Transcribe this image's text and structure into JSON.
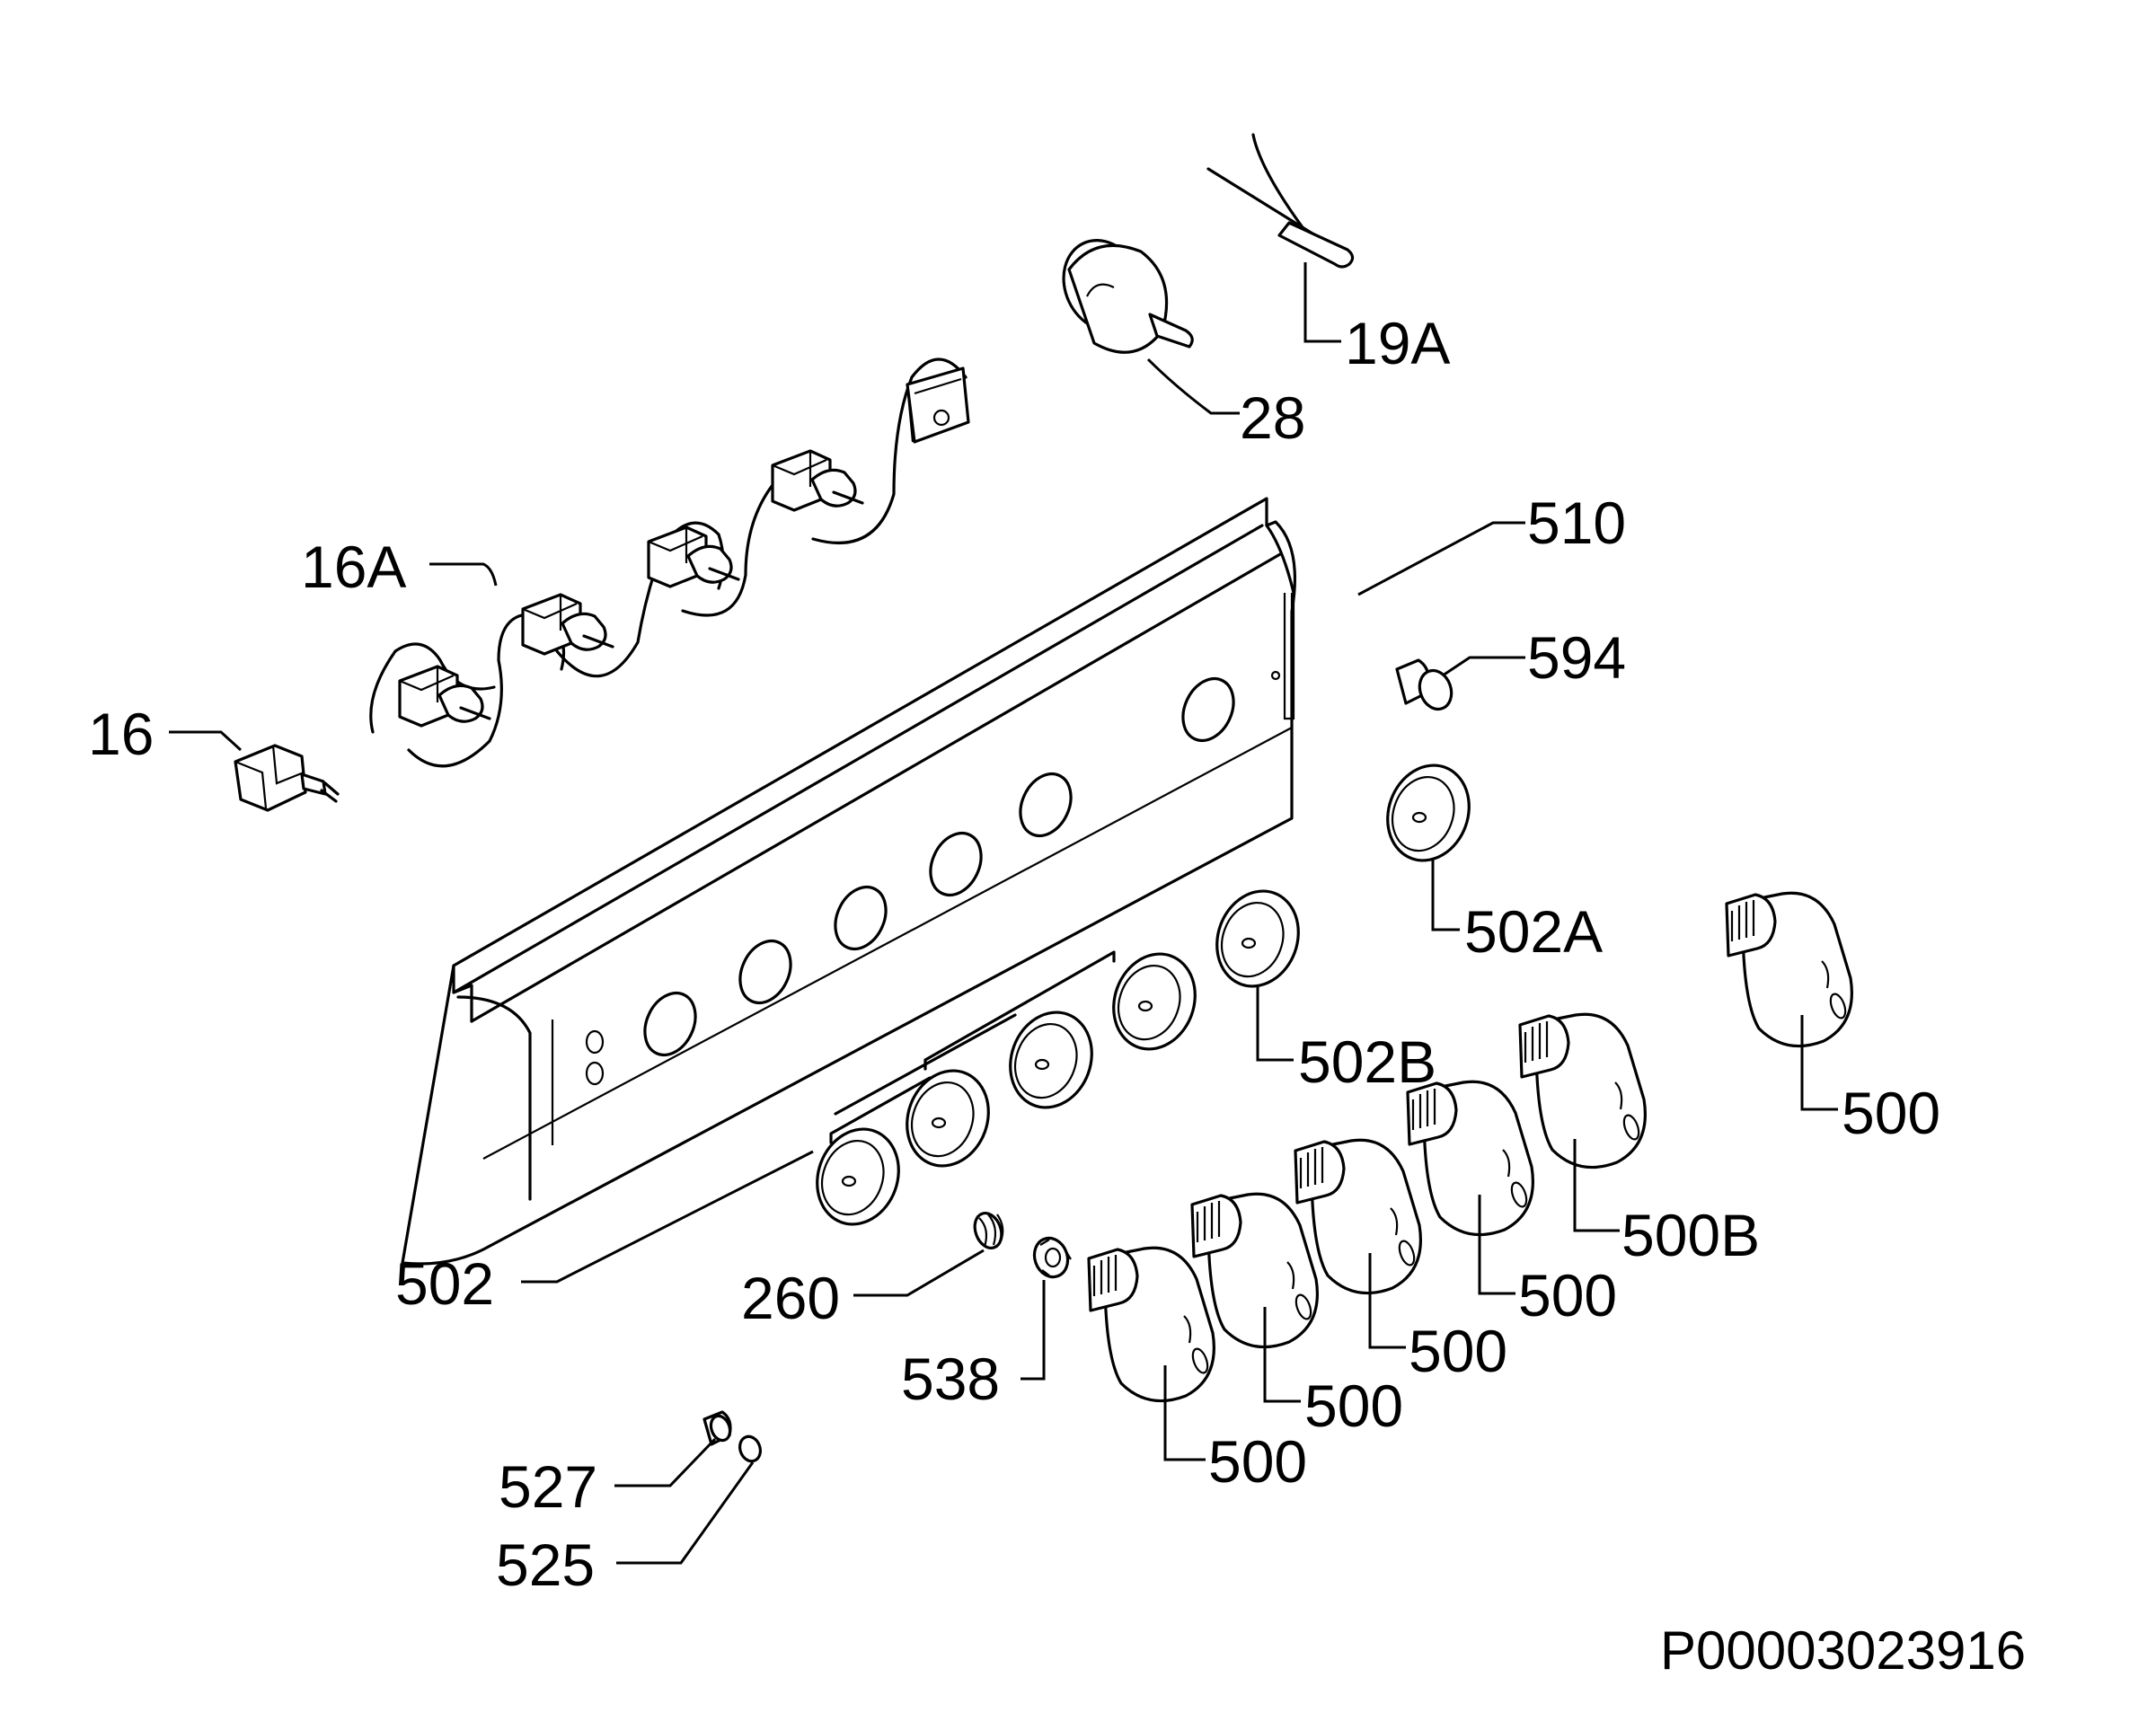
{
  "callouts": {
    "c16": "16",
    "c16a": "16A",
    "c19a": "19A",
    "c28": "28",
    "c510": "510",
    "c594": "594",
    "c502a": "502A",
    "c502b": "502B",
    "c500_right": "500",
    "c500b": "500B",
    "c500_4": "500",
    "c500_3": "500",
    "c500_2": "500",
    "c500_1": "500",
    "c502": "502",
    "c260": "260",
    "c538": "538",
    "c527": "527",
    "c525": "525"
  },
  "drawing_code": "P00003023916"
}
